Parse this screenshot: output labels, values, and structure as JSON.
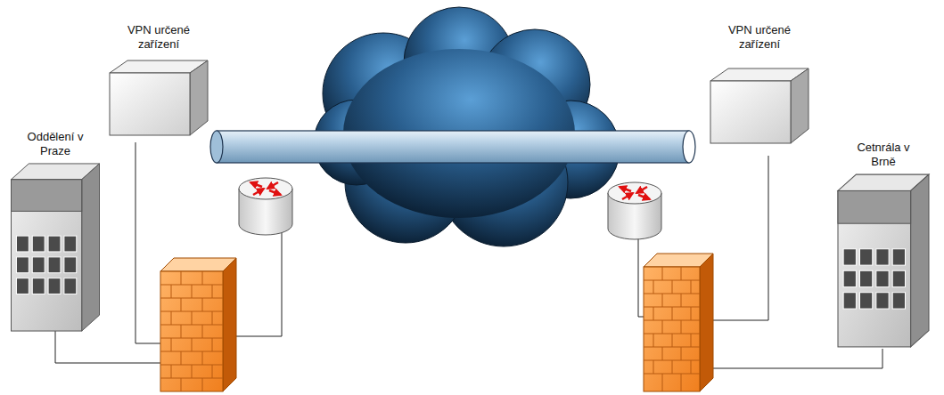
{
  "diagram": {
    "nodes": [
      {
        "text": [
          "VPN určené zařízení"
        ]
      },
      {
        "text": [
          "Oddělení v Praze"
        ]
      },
      {
        "text": [
          "VPN určené zařízení"
        ]
      },
      {
        "text": [
          "Cetnrála v Brně"
        ]
      }
    ]
  }
}
